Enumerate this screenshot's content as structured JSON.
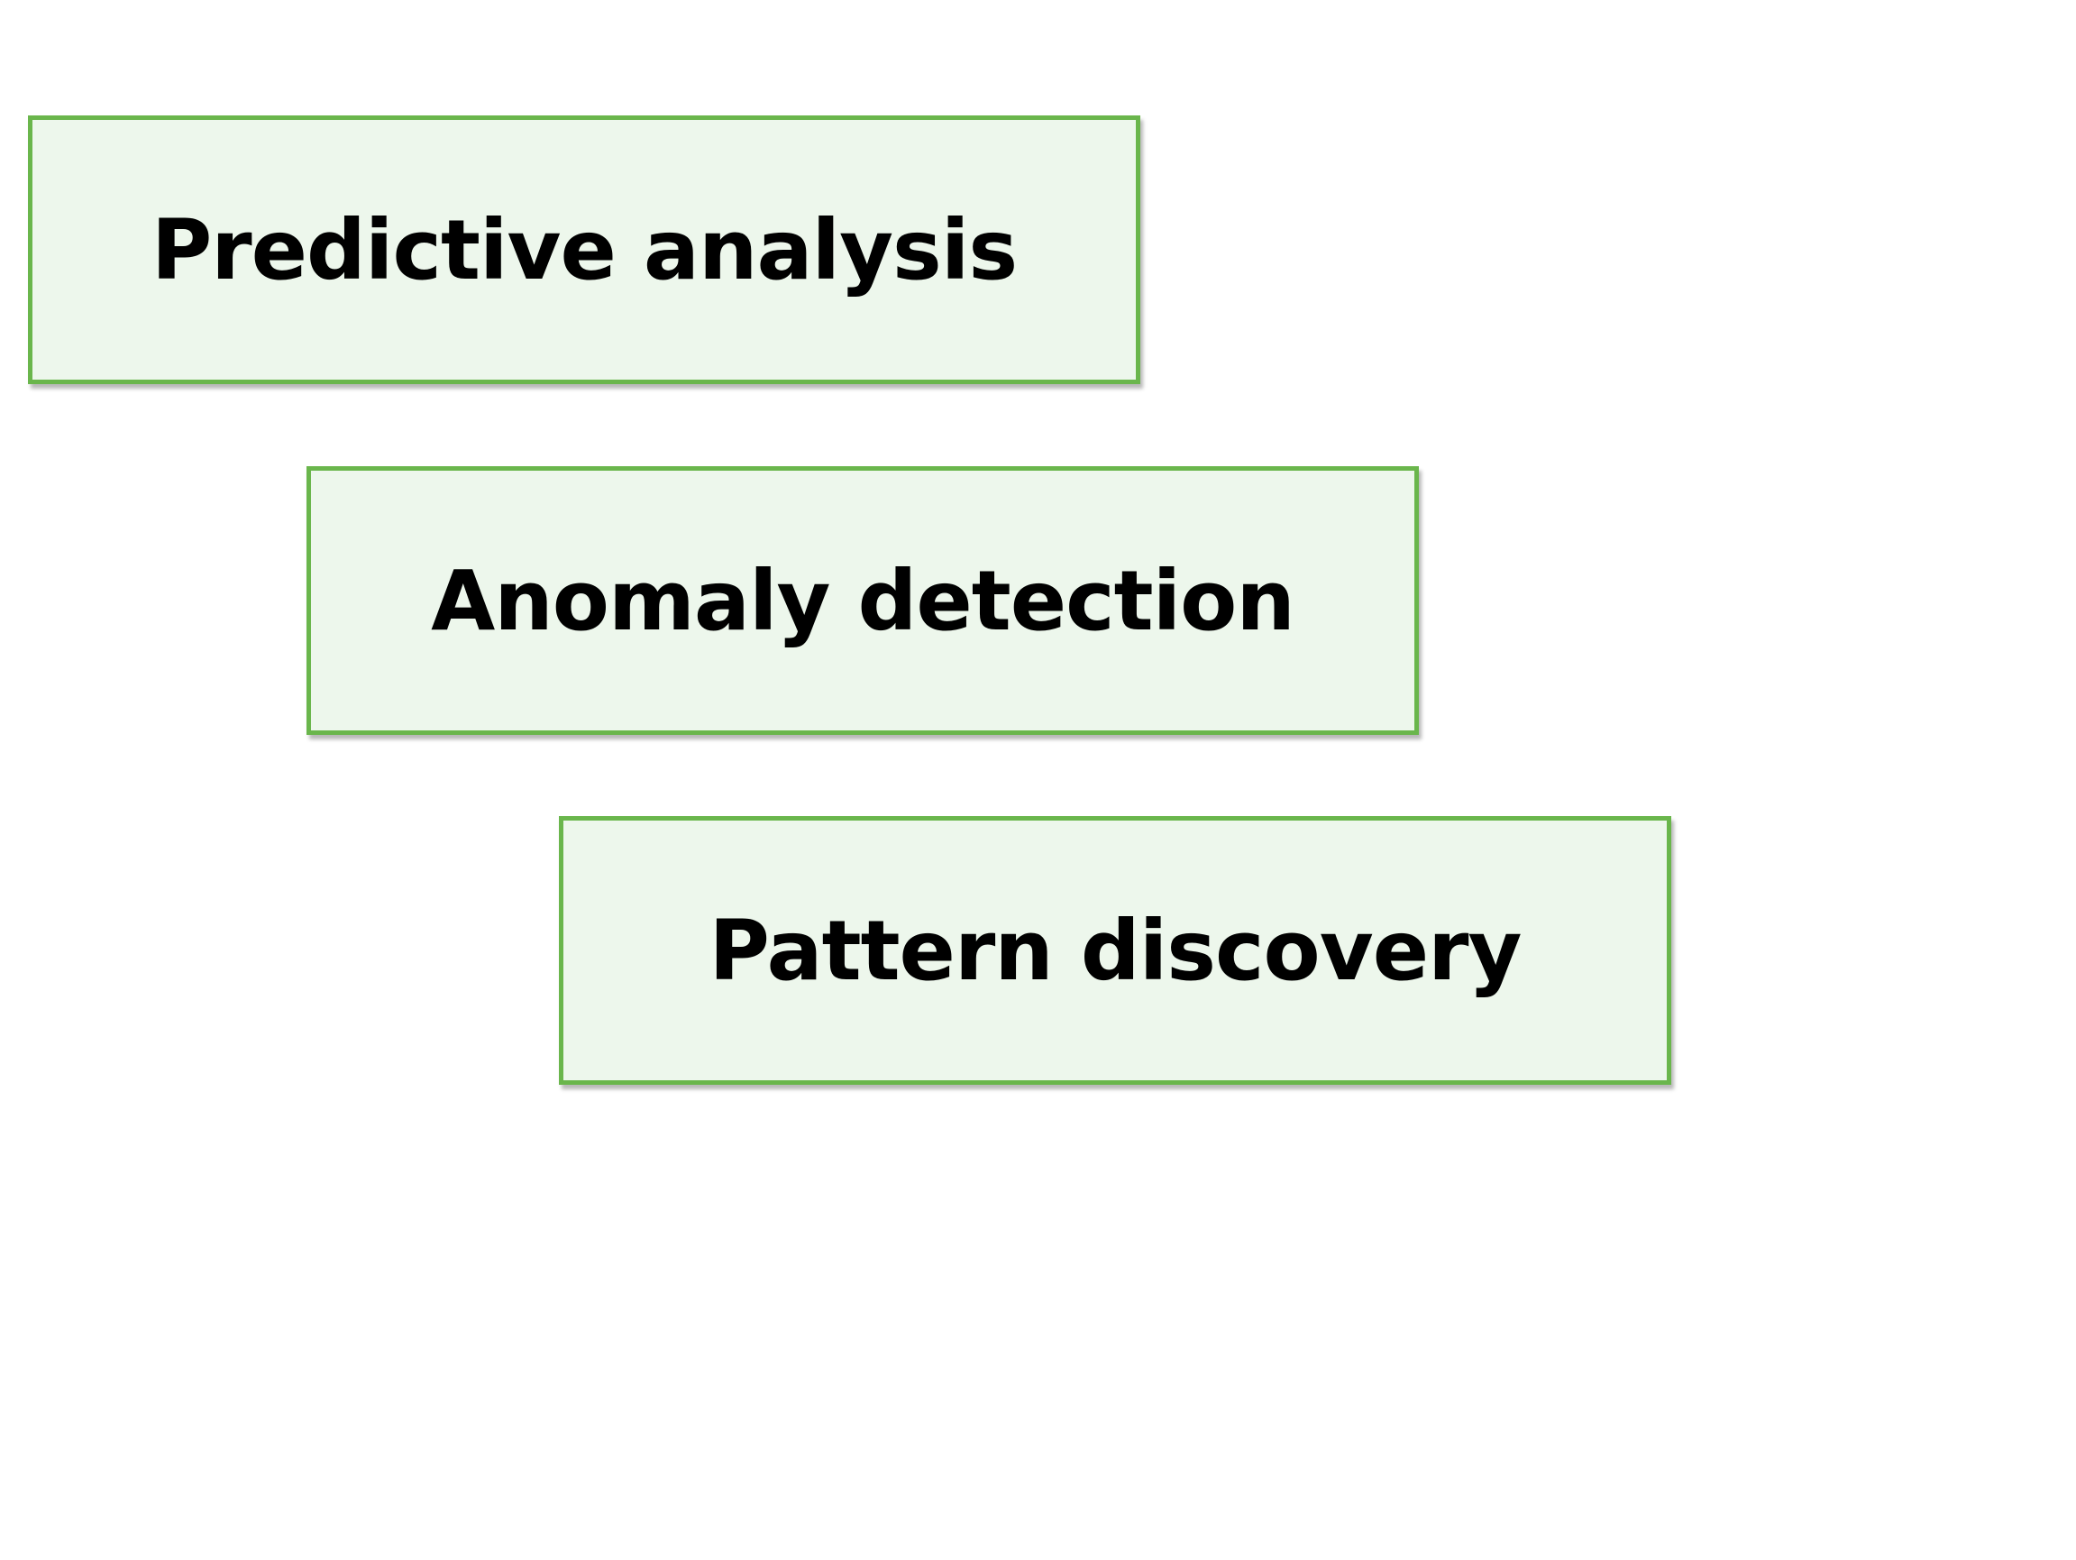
{
  "diagram": {
    "box_fill": "#edf7ec",
    "box_border": "#6ab64c",
    "text_color": "#000000",
    "items": [
      {
        "label": "Predictive analysis"
      },
      {
        "label": "Anomaly detection"
      },
      {
        "label": "Pattern discovery"
      }
    ]
  }
}
